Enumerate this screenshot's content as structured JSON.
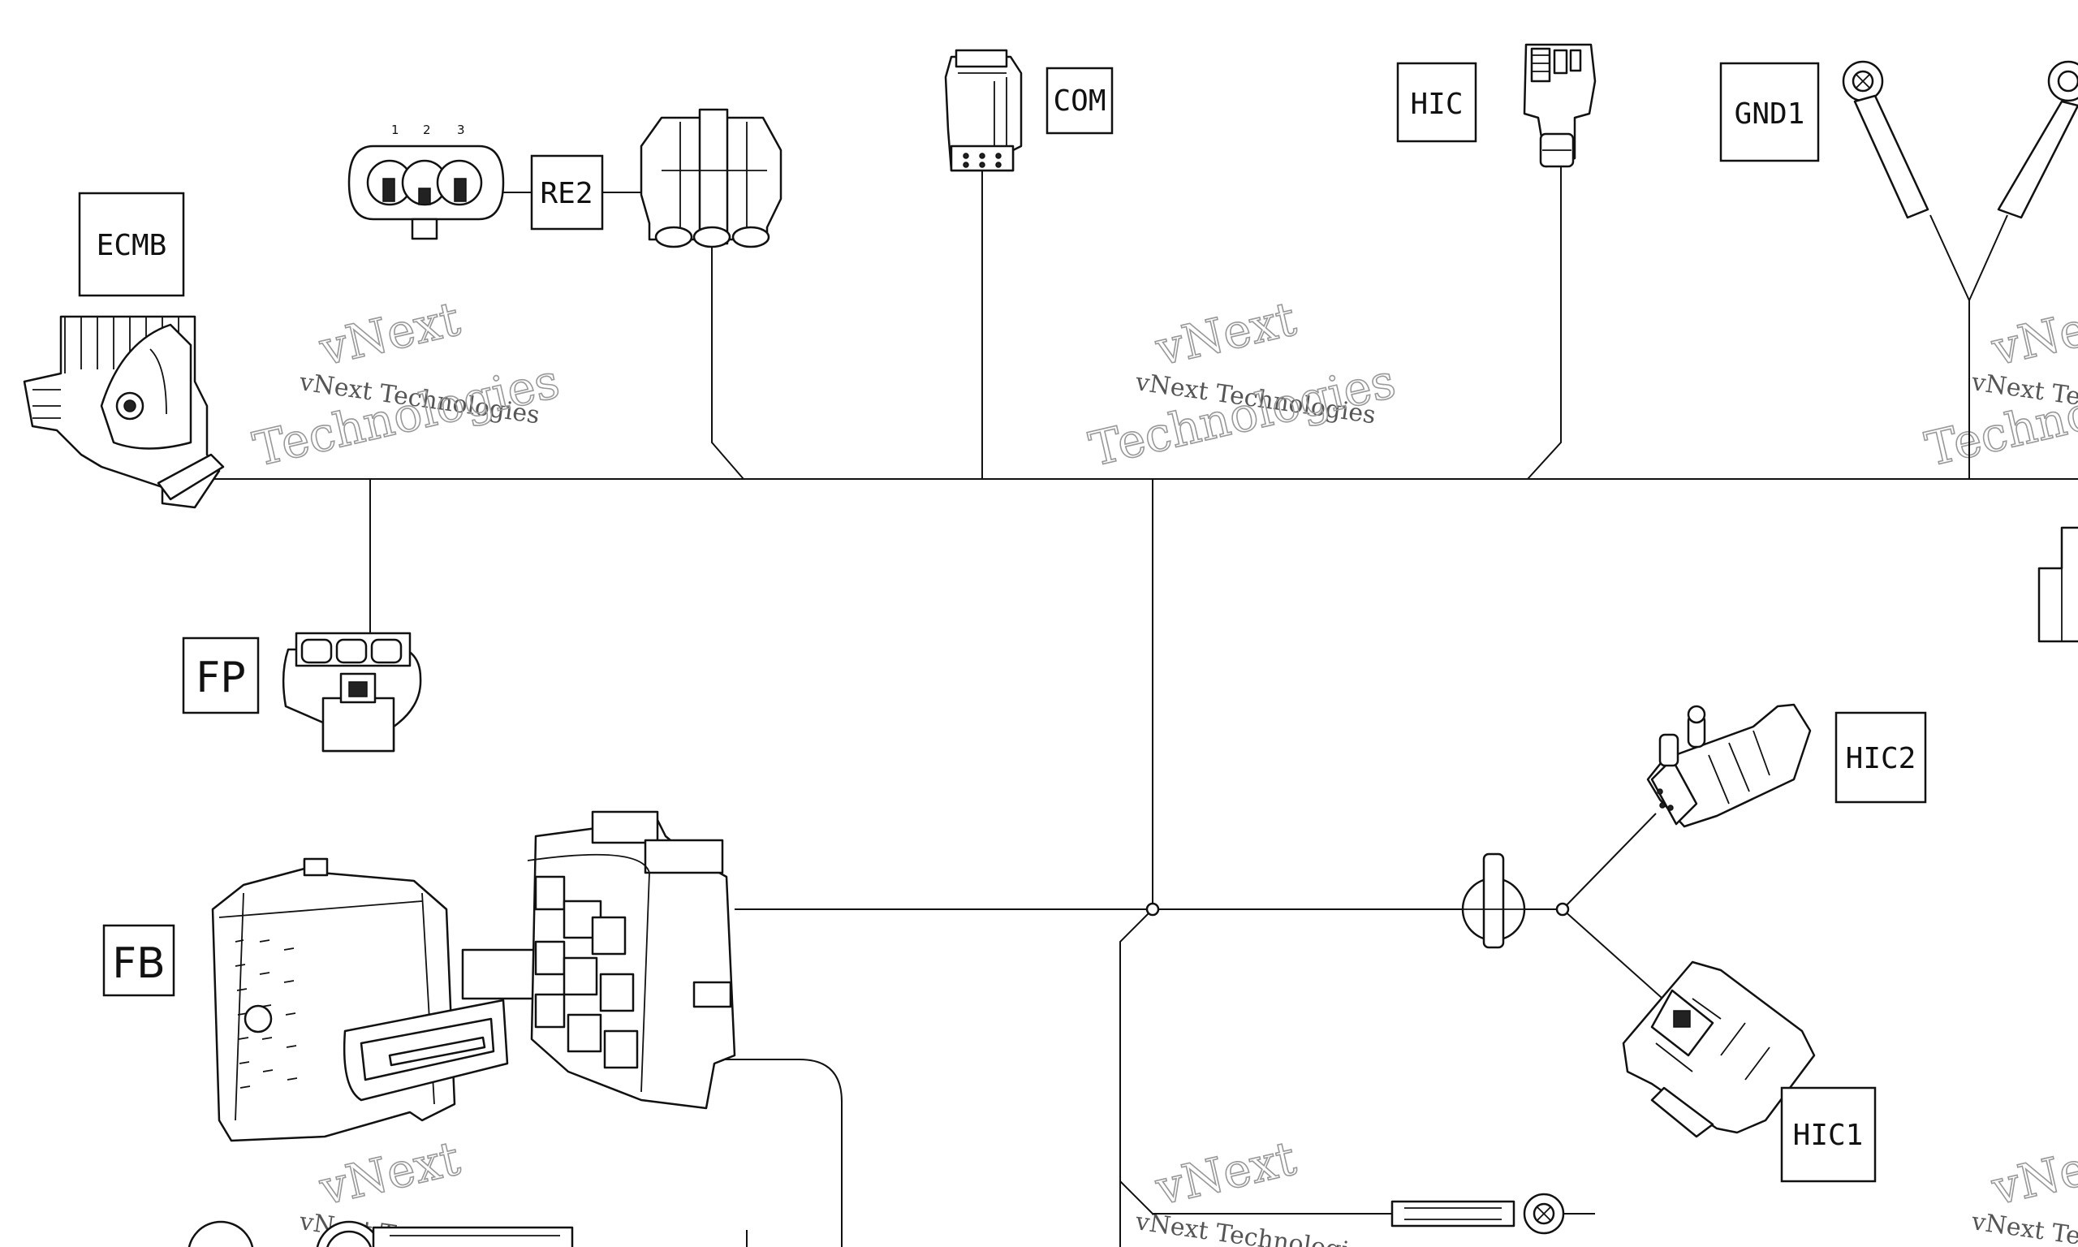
{
  "labels": {
    "ecmb": "ECMB",
    "re2": "RE2",
    "com": "COM",
    "hic": "HIC",
    "gnd1": "GND1",
    "fp": "FP",
    "fb": "FB",
    "hic2": "HIC2",
    "hic1": "HIC1"
  },
  "pin_numbers": [
    "1",
    "2",
    "3"
  ],
  "watermark": {
    "line1": "vNext Technologies",
    "line2a": "vNext",
    "line2b": "Technologies"
  }
}
